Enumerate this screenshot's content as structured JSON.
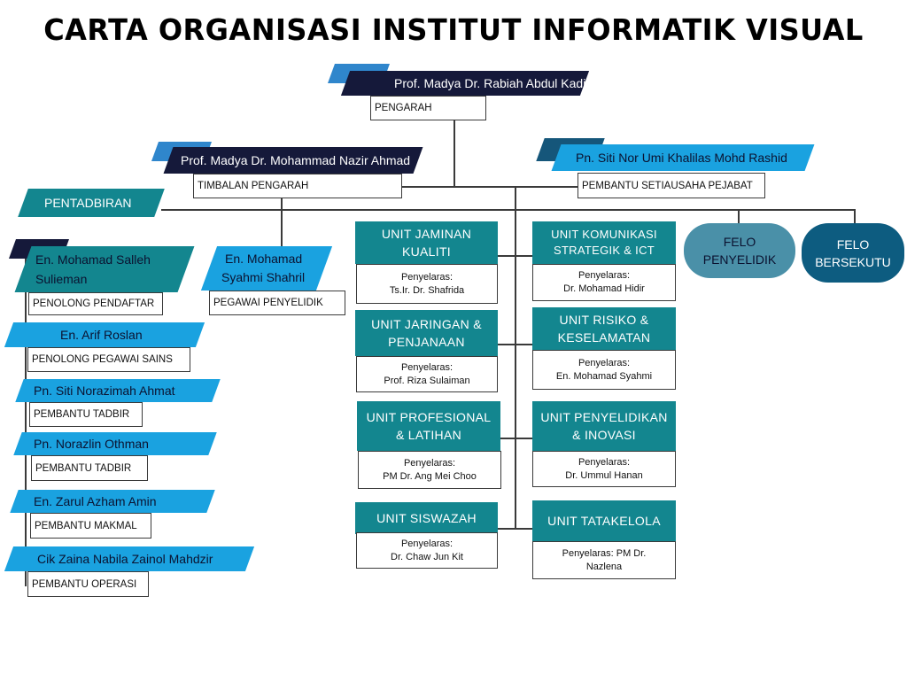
{
  "title": "CARTA ORGANISASI INSTITUT INFORMATIK VISUAL",
  "pengarah": {
    "name": "Prof. Madya Dr. Rabiah Abdul Kadir",
    "role": "PENGARAH"
  },
  "timbalan": {
    "name": "Prof. Madya Dr. Mohammad Nazir Ahmad",
    "role": "TIMBALAN PENGARAH"
  },
  "setiausaha": {
    "name": "Pn. Siti Nor Umi Khalilas Mohd Rashid",
    "role": "PEMBANTU SETIAUSAHA PEJABAT"
  },
  "pentadbiran": "PENTADBIRAN",
  "staff": [
    {
      "name_line1": "En. Mohamad Salleh",
      "name_line2": "Sulieman",
      "role": "PENOLONG PENDAFTAR"
    },
    {
      "name": "En. Arif Roslan",
      "role": "PENOLONG PEGAWAI SAINS"
    },
    {
      "name": "Pn. Siti Norazimah Ahmat",
      "role": "PEMBANTU TADBIR"
    },
    {
      "name": "Pn. Norazlin Othman",
      "role": "PEMBANTU TADBIR"
    },
    {
      "name": "En. Zarul Azham Amin",
      "role": "PEMBANTU MAKMAL"
    },
    {
      "name": "Cik Zaina Nabila Zainol Mahdzir",
      "role": "PEMBANTU OPERASI"
    }
  ],
  "researcher": {
    "name_line1": "En. Mohamad",
    "name_line2": "Syahmi Shahril",
    "role": "PEGAWAI PENYELIDIK"
  },
  "units_left": [
    {
      "line1": "UNIT JAMINAN",
      "line2": "KUALITI",
      "label": "Penyelaras:",
      "person": "Ts.Ir. Dr. Shafrida"
    },
    {
      "line1": "UNIT JARINGAN &",
      "line2": "PENJANAAN",
      "label": "Penyelaras:",
      "person": "Prof. Riza Sulaiman"
    },
    {
      "line1": "UNIT PROFESIONAL",
      "line2": "& LATIHAN",
      "label": "Penyelaras:",
      "person": "PM Dr. Ang Mei Choo"
    },
    {
      "line1": "UNIT SISWAZAH",
      "line2": "",
      "label": "Penyelaras:",
      "person": "Dr. Chaw Jun Kit"
    }
  ],
  "units_right": [
    {
      "line1": "UNIT KOMUNIKASI",
      "line2": "STRATEGIK & ICT",
      "label": "Penyelaras:",
      "person": "Dr. Mohamad Hidir"
    },
    {
      "line1": "UNIT  RISIKO &",
      "line2": "KESELAMATAN",
      "label": "Penyelaras:",
      "person": "En. Mohamad Syahmi"
    },
    {
      "line1": "UNIT PENYELIDIKAN",
      "line2": "& INOVASI",
      "label": "Penyelaras:",
      "person": "Dr. Ummul Hanan"
    },
    {
      "line1": "UNIT TATAKELOLA",
      "line2": "",
      "label": "Penyelaras: PM Dr.",
      "person": "Nazlena"
    }
  ],
  "felo": [
    {
      "line1": "FELO",
      "line2": "PENYELIDIK"
    },
    {
      "line1": "FELO",
      "line2": "BERSEKUTU"
    }
  ],
  "colors": {
    "navy": "#15193a",
    "sky": "#1aa2e0",
    "teal": "#13868f",
    "felo1": "#4a90a8",
    "felo2": "#0d5c80"
  }
}
